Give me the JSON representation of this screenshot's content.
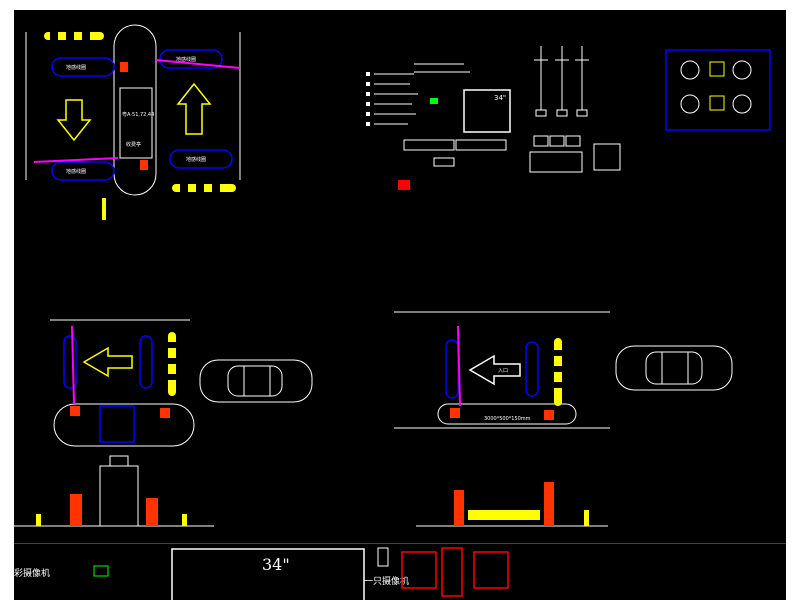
{
  "labels": {
    "coil_left": "地感线圈",
    "coil_right": "地感线圈",
    "plate_text": "粤A·51,72,44",
    "booth_label": "收费亭",
    "entry_label": "入口",
    "dimension": "3000*500*150mm",
    "camera_caption": "一只摄像机",
    "camera_caption_left": "彩摄像机",
    "monitor_size_top": "34\"",
    "monitor_size_bottom": "34\""
  },
  "colors": {
    "background": "#000000",
    "coil": "#0000ff",
    "barrier": "#ff00ff",
    "post": "#ff3300",
    "island": "#ffffff",
    "stripe_yellow": "#ffff00",
    "equipment_red": "#ff0000",
    "accent_cyan": "#00ffff",
    "accent_green": "#00ff00"
  }
}
